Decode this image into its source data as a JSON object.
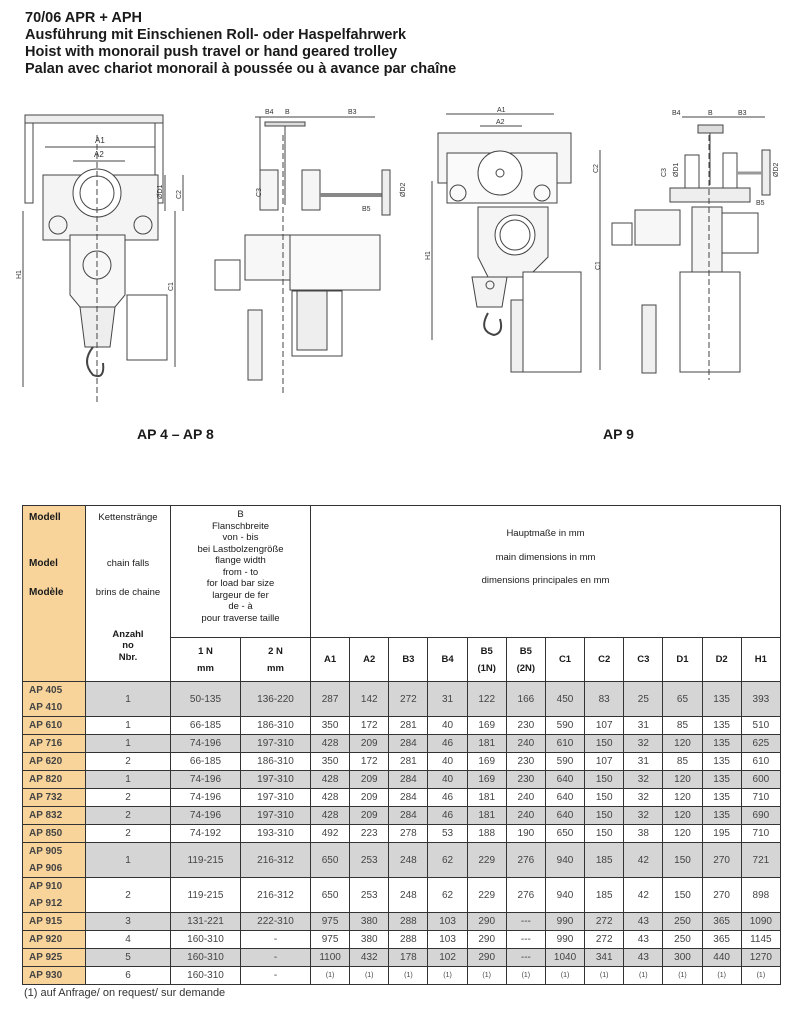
{
  "title": {
    "code": "70/06 APR + APH",
    "de": "Ausführung mit Einschienen Roll- oder Haspelfahrwerk",
    "en": "Hoist with monorail push travel or hand geared trolley",
    "fr": "Palan avec chariot monorail à poussée ou à avance par chaîne"
  },
  "drawings": {
    "left_caption": "AP 4 – AP 8",
    "right_caption": "AP 9",
    "labels": {
      "A1": "A1",
      "A2": "A2",
      "D1": "ØD1",
      "C2": "C2",
      "C1": "C1",
      "H1": "H1",
      "B4": "B4",
      "B": "B",
      "B3": "B3",
      "C3": "C3",
      "D2": "ØD2",
      "B5": "B5"
    }
  },
  "table": {
    "header": {
      "model": [
        "Modell",
        "Model",
        "Modèle"
      ],
      "falls": [
        "Kettenstränge",
        "chain falls",
        "brins de chaine"
      ],
      "count": [
        "Anzahl",
        "no",
        "Nbr."
      ],
      "flange": [
        "B",
        "Flanschbreite",
        "von - bis",
        "bei Lastbolzengröße",
        "flange width",
        "from - to",
        "for load bar size",
        "largeur de fer",
        "de - à",
        "pour traverse taille"
      ],
      "n1": [
        "1 N",
        "mm"
      ],
      "n2": [
        "2 N",
        "mm"
      ],
      "main": [
        "Hauptmaße in mm",
        "main dimensions in mm",
        "dimensions principales en mm"
      ],
      "dims": [
        [
          "A1"
        ],
        [
          "A2"
        ],
        [
          "B3"
        ],
        [
          "B4"
        ],
        [
          "B5",
          "(1N)"
        ],
        [
          "B5",
          "(2N)"
        ],
        [
          "C1"
        ],
        [
          "C2"
        ],
        [
          "C3"
        ],
        [
          "D1"
        ],
        [
          "D2"
        ],
        [
          "H1"
        ]
      ]
    },
    "rows": [
      {
        "models": [
          "AP 405",
          "AP 410"
        ],
        "falls": "1",
        "n1": "50-135",
        "n2": "136-220",
        "dims": [
          "287",
          "142",
          "272",
          "31",
          "122",
          "166",
          "450",
          "83",
          "25",
          "65",
          "135",
          "393"
        ],
        "shade": true
      },
      {
        "models": [
          "AP 610"
        ],
        "falls": "1",
        "n1": "66-185",
        "n2": "186-310",
        "dims": [
          "350",
          "172",
          "281",
          "40",
          "169",
          "230",
          "590",
          "107",
          "31",
          "85",
          "135",
          "510"
        ],
        "shade": false
      },
      {
        "models": [
          "AP 716"
        ],
        "falls": "1",
        "n1": "74-196",
        "n2": "197-310",
        "dims": [
          "428",
          "209",
          "284",
          "46",
          "181",
          "240",
          "610",
          "150",
          "32",
          "120",
          "135",
          "625"
        ],
        "shade": true
      },
      {
        "models": [
          "AP 620"
        ],
        "falls": "2",
        "n1": "66-185",
        "n2": "186-310",
        "dims": [
          "350",
          "172",
          "281",
          "40",
          "169",
          "230",
          "590",
          "107",
          "31",
          "85",
          "135",
          "610"
        ],
        "shade": false
      },
      {
        "models": [
          "AP 820"
        ],
        "falls": "1",
        "n1": "74-196",
        "n2": "197-310",
        "dims": [
          "428",
          "209",
          "284",
          "40",
          "169",
          "230",
          "640",
          "150",
          "32",
          "120",
          "135",
          "600"
        ],
        "shade": true
      },
      {
        "models": [
          "AP 732"
        ],
        "falls": "2",
        "n1": "74-196",
        "n2": "197-310",
        "dims": [
          "428",
          "209",
          "284",
          "46",
          "181",
          "240",
          "640",
          "150",
          "32",
          "120",
          "135",
          "710"
        ],
        "shade": false
      },
      {
        "models": [
          "AP 832"
        ],
        "falls": "2",
        "n1": "74-196",
        "n2": "197-310",
        "dims": [
          "428",
          "209",
          "284",
          "46",
          "181",
          "240",
          "640",
          "150",
          "32",
          "120",
          "135",
          "690"
        ],
        "shade": true
      },
      {
        "models": [
          "AP 850"
        ],
        "falls": "2",
        "n1": "74-192",
        "n2": "193-310",
        "dims": [
          "492",
          "223",
          "278",
          "53",
          "188",
          "190",
          "650",
          "150",
          "38",
          "120",
          "195",
          "710"
        ],
        "shade": false
      },
      {
        "models": [
          "AP 905",
          "AP 906"
        ],
        "falls": "1",
        "n1": "119-215",
        "n2": "216-312",
        "dims": [
          "650",
          "253",
          "248",
          "62",
          "229",
          "276",
          "940",
          "185",
          "42",
          "150",
          "270",
          "721"
        ],
        "shade": true
      },
      {
        "models": [
          "AP 910",
          "AP 912"
        ],
        "falls": "2",
        "n1": "119-215",
        "n2": "216-312",
        "dims": [
          "650",
          "253",
          "248",
          "62",
          "229",
          "276",
          "940",
          "185",
          "42",
          "150",
          "270",
          "898"
        ],
        "shade": false
      },
      {
        "models": [
          "AP 915"
        ],
        "falls": "3",
        "n1": "131-221",
        "n2": "222-310",
        "dims": [
          "975",
          "380",
          "288",
          "103",
          "290",
          "---",
          "990",
          "272",
          "43",
          "250",
          "365",
          "1090"
        ],
        "shade": true
      },
      {
        "models": [
          "AP 920"
        ],
        "falls": "4",
        "n1": "160-310",
        "n2": "-",
        "dims": [
          "975",
          "380",
          "288",
          "103",
          "290",
          "---",
          "990",
          "272",
          "43",
          "250",
          "365",
          "1145"
        ],
        "shade": false
      },
      {
        "models": [
          "AP 925"
        ],
        "falls": "5",
        "n1": "160-310",
        "n2": "-",
        "dims": [
          "1100",
          "432",
          "178",
          "102",
          "290",
          "---",
          "1040",
          "341",
          "43",
          "300",
          "440",
          "1270"
        ],
        "shade": true
      },
      {
        "models": [
          "AP 930"
        ],
        "falls": "6",
        "n1": "160-310",
        "n2": "-",
        "dims": [
          "(1)",
          "(1)",
          "(1)",
          "(1)",
          "(1)",
          "(1)",
          "(1)",
          "(1)",
          "(1)",
          "(1)",
          "(1)",
          "(1)"
        ],
        "shade": false,
        "footnote_ref": true
      }
    ],
    "footnote": "(1) auf Anfrage/ on request/ sur demande"
  }
}
